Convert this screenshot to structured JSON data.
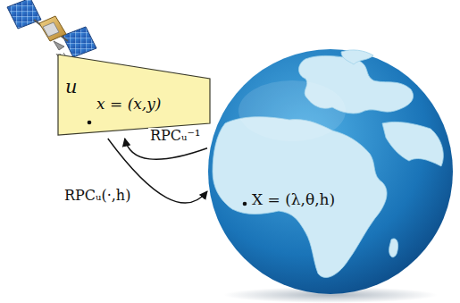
{
  "diagram": {
    "nodes": [
      {
        "text": [
          "u",
          "x = (x,y)"
        ]
      },
      {
        "text": [
          "X = (λ,θ,h)"
        ]
      }
    ],
    "edges": [
      {
        "from": 1,
        "to": 0,
        "arrow": "to",
        "label": "RPCᵤ⁻¹"
      },
      {
        "from": 0,
        "to": 1,
        "arrow": "to",
        "label": "RPCᵤ(·,h)"
      }
    ]
  }
}
